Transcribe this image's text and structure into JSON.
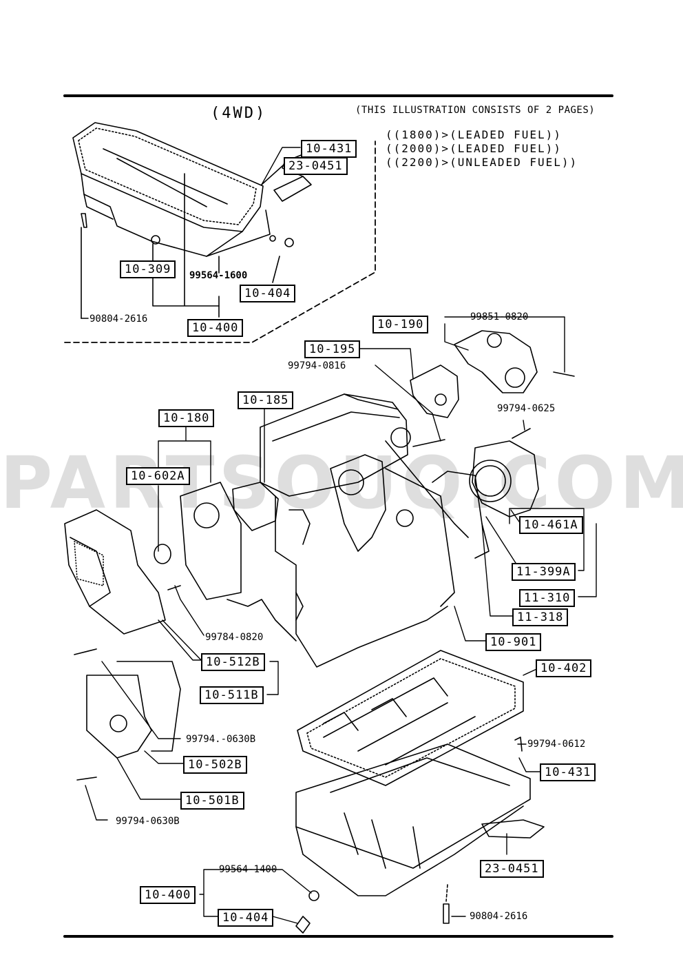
{
  "header": {
    "title": "(4WD)",
    "note": "(THIS ILLUSTRATION CONSISTS OF  2 PAGES)",
    "variants": [
      "((1800)>(LEADED FUEL))",
      "((2000)>(LEADED FUEL))",
      "((2200)>(UNLEADED FUEL))"
    ]
  },
  "watermark": "PARTSOUQ.COM",
  "boxed_labels": [
    {
      "id": "b1",
      "text": "10-431"
    },
    {
      "id": "b2",
      "text": "23-0451"
    },
    {
      "id": "b3",
      "text": "10-309"
    },
    {
      "id": "b4",
      "text": "10-404"
    },
    {
      "id": "b5",
      "text": "10-400"
    },
    {
      "id": "b6",
      "text": "10-190"
    },
    {
      "id": "b7",
      "text": "10-195"
    },
    {
      "id": "b8",
      "text": "10-185"
    },
    {
      "id": "b9",
      "text": "10-180"
    },
    {
      "id": "b10",
      "text": "10-602A"
    },
    {
      "id": "b11",
      "text": "10-461A"
    },
    {
      "id": "b12",
      "text": "11-399A"
    },
    {
      "id": "b13",
      "text": "11-310"
    },
    {
      "id": "b14",
      "text": "11-318"
    },
    {
      "id": "b15",
      "text": "10-901"
    },
    {
      "id": "b16",
      "text": "10-512B"
    },
    {
      "id": "b17",
      "text": "10-511B"
    },
    {
      "id": "b18",
      "text": "10-402"
    },
    {
      "id": "b19",
      "text": "10-502B"
    },
    {
      "id": "b20",
      "text": "10-431"
    },
    {
      "id": "b21",
      "text": "10-501B"
    },
    {
      "id": "b22",
      "text": "23-0451"
    },
    {
      "id": "b23",
      "text": "10-400"
    },
    {
      "id": "b24",
      "text": "10-404"
    }
  ],
  "plain_labels": [
    {
      "id": "p1",
      "text": "99564-1600"
    },
    {
      "id": "p2",
      "text": "90804-2616"
    },
    {
      "id": "p3",
      "text": "99851-0820"
    },
    {
      "id": "p4",
      "text": "99794-0816"
    },
    {
      "id": "p5",
      "text": "99794-0625"
    },
    {
      "id": "p6",
      "text": "99784-0820"
    },
    {
      "id": "p7",
      "text": "99794.-0630B"
    },
    {
      "id": "p8",
      "text": "99794-0612"
    },
    {
      "id": "p9",
      "text": "99794-0630B"
    },
    {
      "id": "p10",
      "text": "99564-1400"
    },
    {
      "id": "p11",
      "text": "90804-2616"
    }
  ]
}
